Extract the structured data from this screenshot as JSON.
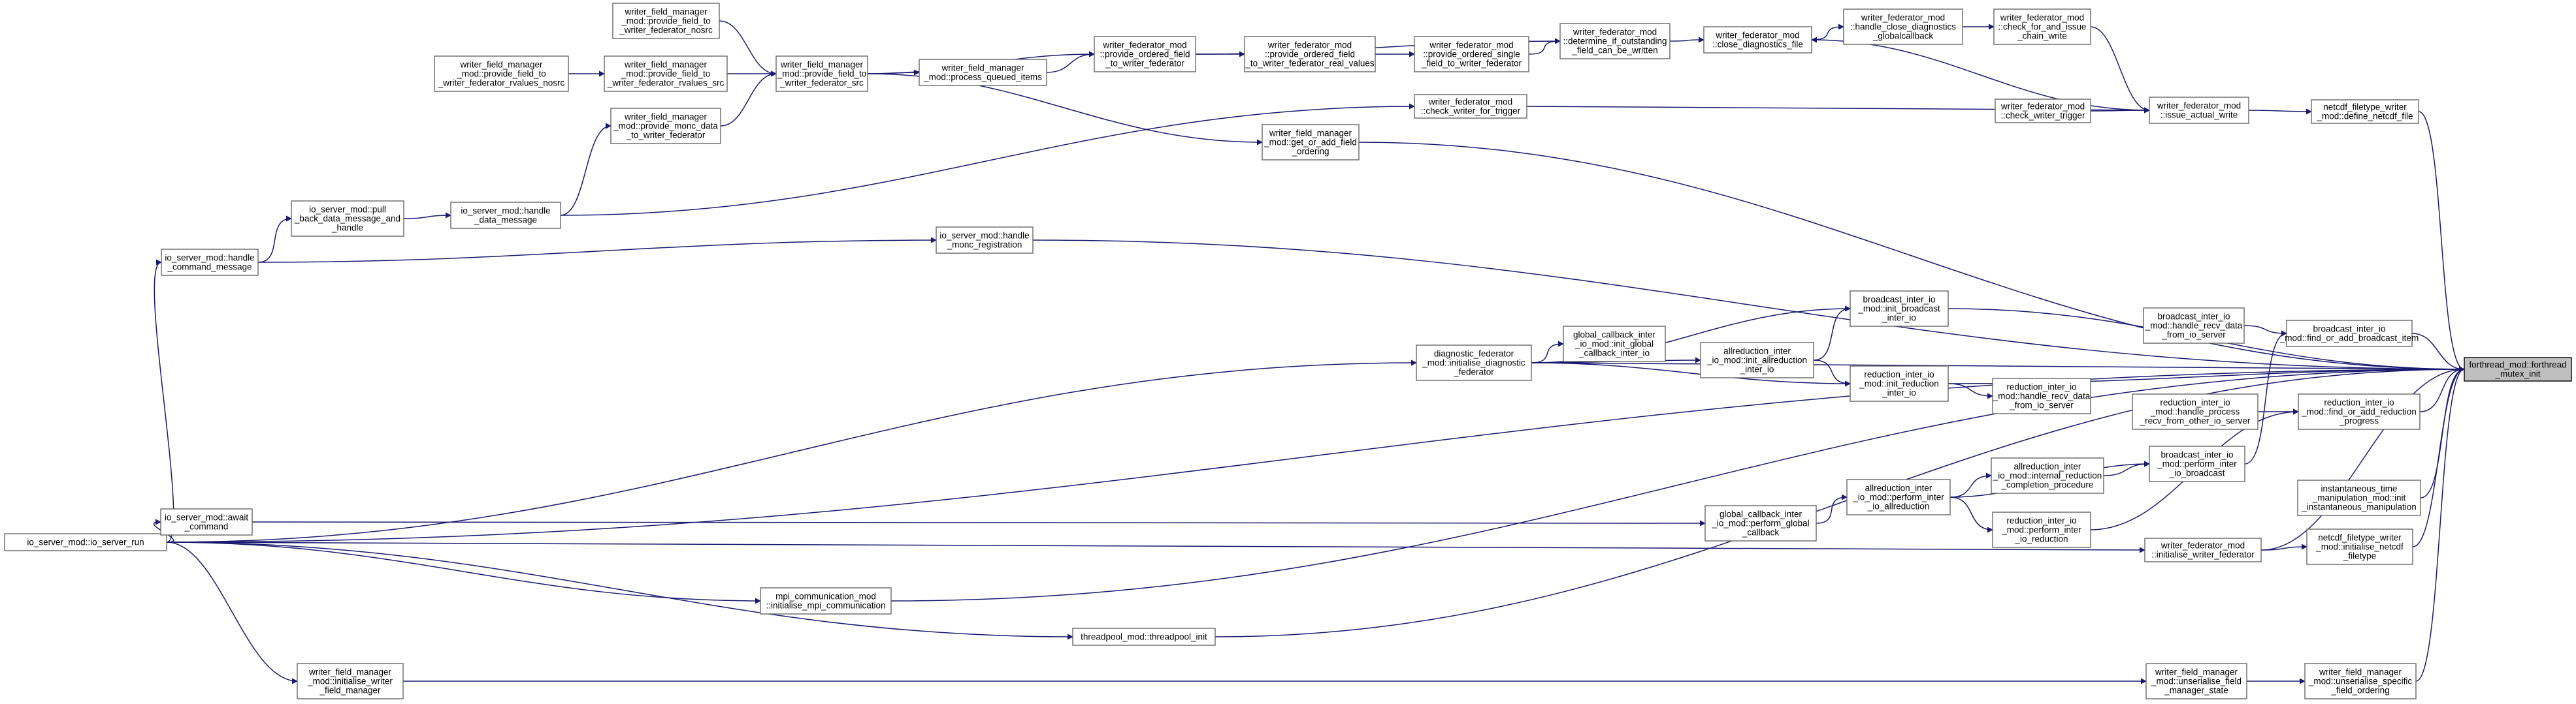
{
  "colors": {
    "edge": "#191970",
    "node_border": "#666666",
    "highlight_fill": "#bfbfbf"
  },
  "nodes": [
    {
      "id": "io_server_run",
      "lines": [
        "io_server_mod::io_server_run"
      ]
    },
    {
      "id": "handle_command_message",
      "lines": [
        "io_server_mod::handle",
        "_command_message"
      ]
    },
    {
      "id": "pull_back_data",
      "lines": [
        "io_server_mod::pull",
        "_back_data_message_and",
        "_handle"
      ]
    },
    {
      "id": "handle_data_message",
      "lines": [
        "io_server_mod::handle",
        "_data_message"
      ]
    },
    {
      "id": "provide_monc_data",
      "lines": [
        "writer_field_manager",
        "_mod::provide_monc_data",
        "_to_writer_federator"
      ]
    },
    {
      "id": "pf_nosrc",
      "lines": [
        "writer_field_manager",
        "_mod::provide_field_to",
        "_writer_federator_nosrc"
      ]
    },
    {
      "id": "pf_rvalues_nosrc",
      "lines": [
        "writer_field_manager",
        "_mod::provide_field_to",
        "_writer_federator_rvalues_nosrc"
      ]
    },
    {
      "id": "pf_rvalues_src",
      "lines": [
        "writer_field_manager",
        "_mod::provide_field_to",
        "_writer_federator_rvalues_src"
      ]
    },
    {
      "id": "pf_src",
      "lines": [
        "writer_field_manager",
        "_mod::provide_field_to",
        "_writer_federator_src"
      ]
    },
    {
      "id": "process_queued_items",
      "lines": [
        "writer_field_manager",
        "_mod::process_queued_items"
      ]
    },
    {
      "id": "provide_ordered_field",
      "lines": [
        "writer_federator_mod",
        "::provide_ordered_field",
        "_to_writer_federator"
      ]
    },
    {
      "id": "provide_ordered_field_real",
      "lines": [
        "writer_federator_mod",
        "::provide_ordered_field",
        "_to_writer_federator_real_values"
      ]
    },
    {
      "id": "provide_ordered_single",
      "lines": [
        "writer_federator_mod",
        "::provide_ordered_single",
        "_field_to_writer_federator"
      ]
    },
    {
      "id": "determine_outstanding",
      "lines": [
        "writer_federator_mod",
        "::determine_if_outstanding",
        "_field_can_be_written"
      ]
    },
    {
      "id": "close_diagnostics_file",
      "lines": [
        "writer_federator_mod",
        "::close_diagnostics_file"
      ]
    },
    {
      "id": "handle_close_diagnostics",
      "lines": [
        "writer_federator_mod",
        "::handle_close_diagnostics",
        "_globalcallback"
      ]
    },
    {
      "id": "check_for_and_issue",
      "lines": [
        "writer_federator_mod",
        "::check_for_and_issue",
        "_chain_write"
      ]
    },
    {
      "id": "check_writer_for_trigger",
      "lines": [
        "writer_federator_mod",
        "::check_writer_for_trigger"
      ]
    },
    {
      "id": "check_writer_trigger",
      "lines": [
        "writer_federator_mod",
        "::check_writer_trigger"
      ]
    },
    {
      "id": "issue_actual_write",
      "lines": [
        "writer_federator_mod",
        "::issue_actual_write"
      ]
    },
    {
      "id": "define_netcdf_file",
      "lines": [
        "netcdf_filetype_writer",
        "_mod::define_netcdf_file"
      ]
    },
    {
      "id": "get_or_add_field_ordering",
      "lines": [
        "writer_field_manager",
        "_mod::get_or_add_field",
        "_ordering"
      ]
    },
    {
      "id": "handle_monc_registration",
      "lines": [
        "io_server_mod::handle",
        "_monc_registration"
      ]
    },
    {
      "id": "init_broadcast_inter_io",
      "lines": [
        "broadcast_inter_io",
        "_mod::init_broadcast",
        "_inter_io"
      ]
    },
    {
      "id": "handle_recv_data_from_io_server",
      "lines": [
        "broadcast_inter_io",
        "_mod::handle_recv_data",
        "_from_io_server"
      ]
    },
    {
      "id": "find_or_add_broadcast_item",
      "lines": [
        "broadcast_inter_io",
        "_mod::find_or_add_broadcast_item"
      ]
    },
    {
      "id": "forthread_mutex_init",
      "lines": [
        "forthread_mod::forthread",
        "_mutex_init"
      ]
    },
    {
      "id": "init_global_callback",
      "lines": [
        "global_callback_inter",
        "_io_mod::init_global",
        "_callback_inter_io"
      ]
    },
    {
      "id": "diagnostic_federator_init",
      "lines": [
        "diagnostic_federator",
        "_mod::initialise_diagnostic",
        "_federator"
      ]
    },
    {
      "id": "init_allreduction",
      "lines": [
        "allreduction_inter",
        "_io_mod::init_allreduction",
        "_inter_io"
      ]
    },
    {
      "id": "init_reduction",
      "lines": [
        "reduction_inter_io",
        "_mod::init_reduction",
        "_inter_io"
      ]
    },
    {
      "id": "handle_recv_data_from_io_server_red",
      "lines": [
        "reduction_inter_io",
        "_mod::handle_recv_data",
        "_from_io_server"
      ]
    },
    {
      "id": "handle_process_recv",
      "lines": [
        "reduction_inter_io",
        "_mod::handle_process",
        "_recv_from_other_io_server"
      ]
    },
    {
      "id": "find_or_add_reduction_progress",
      "lines": [
        "reduction_inter_io",
        "_mod::find_or_add_reduction",
        "_progress"
      ]
    },
    {
      "id": "perform_inter_io_broadcast",
      "lines": [
        "broadcast_inter_io",
        "_mod::perform_inter",
        "_io_broadcast"
      ]
    },
    {
      "id": "internal_reduction_completion",
      "lines": [
        "allreduction_inter",
        "_io_mod::internal_reduction",
        "_completion_procedure"
      ]
    },
    {
      "id": "perform_inter_io_allreduction",
      "lines": [
        "allreduction_inter",
        "_io_mod::perform_inter",
        "_io_allreduction"
      ]
    },
    {
      "id": "perform_global_callback",
      "lines": [
        "global_callback_inter",
        "_io_mod::perform_global",
        "_callback"
      ]
    },
    {
      "id": "await_command",
      "lines": [
        "io_server_mod::await",
        "_command"
      ]
    },
    {
      "id": "instantaneous_time",
      "lines": [
        "instantaneous_time",
        "_manipulation_mod::init",
        "_instantaneous_manipulation"
      ]
    },
    {
      "id": "perform_inter_io_reduction",
      "lines": [
        "reduction_inter_io",
        "_mod::perform_inter",
        "_io_reduction"
      ]
    },
    {
      "id": "initialise_writer_federator",
      "lines": [
        "writer_federator_mod",
        "::initialise_writer_federator"
      ]
    },
    {
      "id": "initialise_netcdf_filetype",
      "lines": [
        "netcdf_filetype_writer",
        "_mod::initialise_netcdf",
        "_filetype"
      ]
    },
    {
      "id": "initialise_mpi_communication",
      "lines": [
        "mpi_communication_mod",
        "::initialise_mpi_communication"
      ]
    },
    {
      "id": "threadpool_init",
      "lines": [
        "threadpool_mod::threadpool_init"
      ]
    },
    {
      "id": "initialise_writer_field_manager",
      "lines": [
        "writer_field_manager",
        "_mod::initialise_writer",
        "_field_manager"
      ]
    },
    {
      "id": "unserialise_field_manager_state",
      "lines": [
        "writer_field_manager",
        "_mod::unserialise_field",
        "_manager_state"
      ]
    },
    {
      "id": "unserialise_specific_field_ordering",
      "lines": [
        "writer_field_manager",
        "_mod::unserialise_specific",
        "_field_ordering"
      ]
    }
  ]
}
